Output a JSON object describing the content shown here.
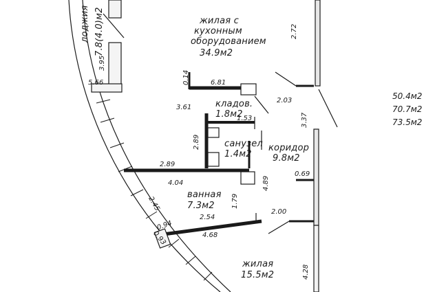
{
  "rooms": {
    "living_kitchen": {
      "l1": "жилая с",
      "l2": "кухонным",
      "l3": "оборудованием",
      "area": "34.9м2"
    },
    "loggia": {
      "name": "лоджия",
      "area": "7.8(4.0)м2"
    },
    "closet": {
      "name": "кладов.",
      "area": "1.8м2"
    },
    "wc": {
      "name": "санузел",
      "area": "1.4м2"
    },
    "corridor": {
      "name": "коридор",
      "area": "9.8м2"
    },
    "bathroom": {
      "name": "ванная",
      "area": "7.3м2"
    },
    "bedroom": {
      "name": "жилая",
      "area": "15.5м2"
    }
  },
  "dimensions": {
    "d272": "2.72",
    "d395": "3.95",
    "d566": "5.66",
    "d014": "0.14",
    "d681": "6.81",
    "d361": "3.61",
    "d203": "2.03",
    "d153": "1.53",
    "d337": "3.37",
    "d289v": "2.89",
    "d289h": "2.89",
    "d404": "4.04",
    "d489": "4.89",
    "d069": "0.69",
    "d245": "2.45",
    "d179": "1.79",
    "d200": "2.00",
    "d254": "2.54",
    "d094": "0.94",
    "d093": "0.93",
    "d468": "4.68",
    "d428": "4.28"
  },
  "totals": [
    "50.4м2",
    "70.7м2",
    "73.5м2"
  ]
}
